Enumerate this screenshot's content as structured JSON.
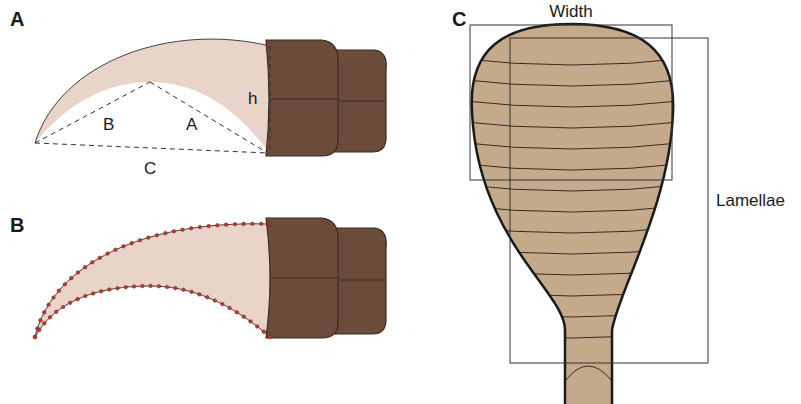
{
  "diagram": {
    "labels": [
      "A",
      "C",
      "Width",
      "h",
      "B",
      "A",
      "Lamellae",
      "C",
      "B"
    ]
  }
}
